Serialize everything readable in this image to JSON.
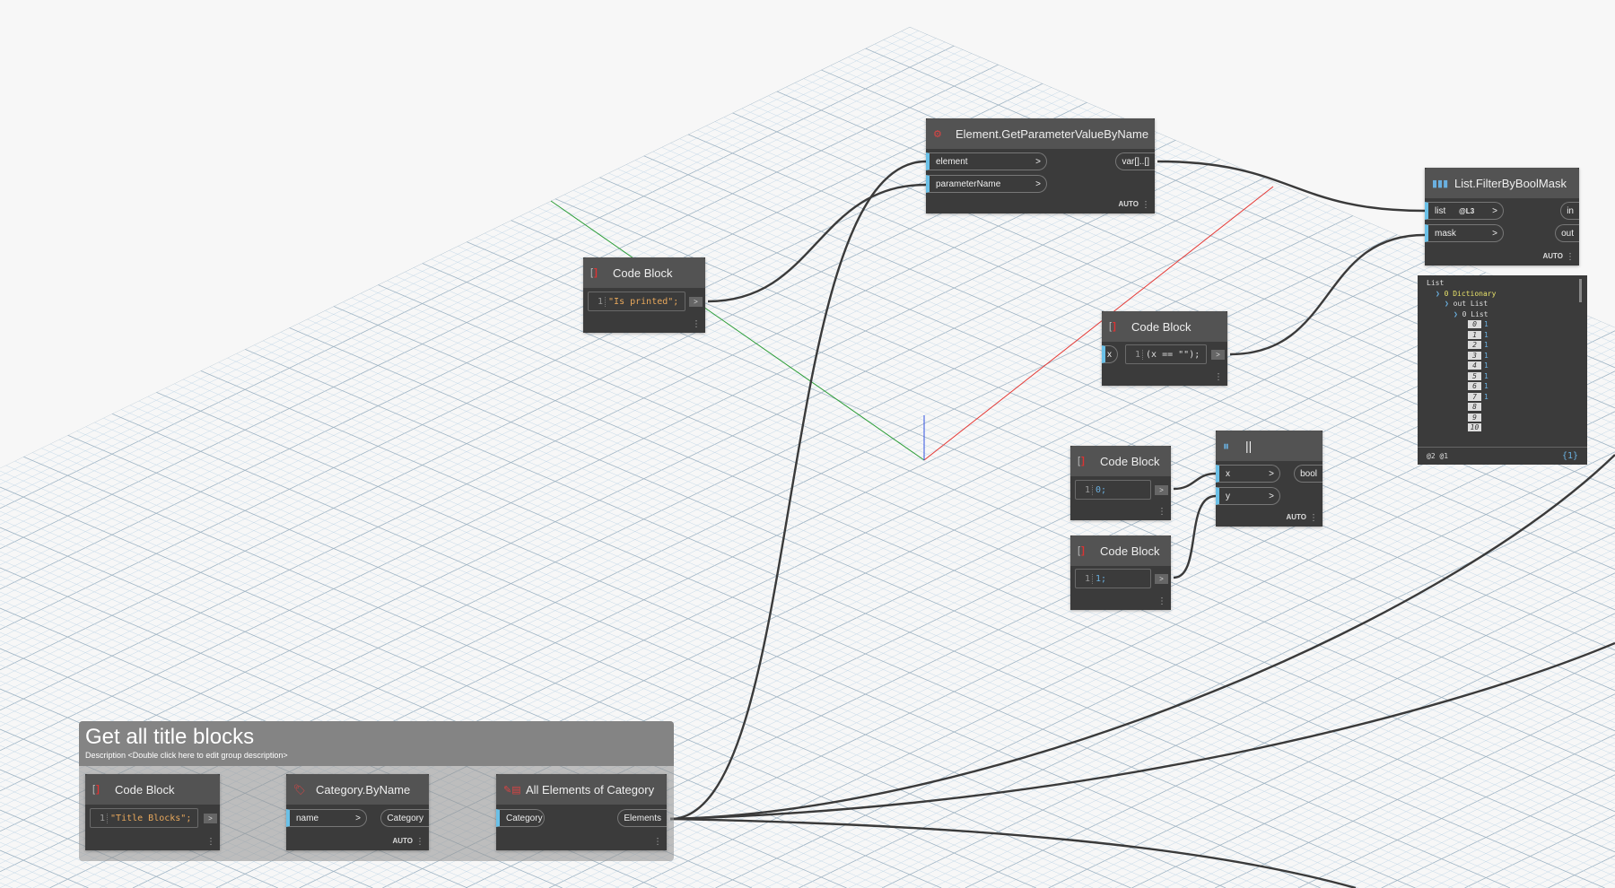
{
  "group": {
    "title": "Get all title blocks",
    "description": "Description <Double click here to edit group description>"
  },
  "nodes": {
    "getparam": {
      "title": "Element.GetParameterValueByName",
      "inputs": [
        "element",
        "parameterName"
      ],
      "output": "var[]..[]",
      "lacing": "AUTO"
    },
    "filter": {
      "title": "List.FilterByBoolMask",
      "inputs": [
        "list",
        "mask"
      ],
      "list_level": "@L3",
      "outputs": [
        "in",
        "out"
      ],
      "lacing": "AUTO"
    },
    "cb_isprinted": {
      "title": "Code Block",
      "line": "1",
      "code": "\"Is printed\";",
      "out": ">"
    },
    "cb_eq": {
      "title": "Code Block",
      "input": "x",
      "line": "1",
      "code": "(x == \"\");",
      "out": ">"
    },
    "cb0": {
      "title": "Code Block",
      "line": "1",
      "code": "0;",
      "out": ">"
    },
    "cb1": {
      "title": "Code Block",
      "line": "1",
      "code": "1;",
      "out": ">"
    },
    "or": {
      "title": "||",
      "inputs": [
        "x",
        "y"
      ],
      "output": "bool",
      "lacing": "AUTO"
    },
    "cb_title": {
      "title": "Code Block",
      "line": "1",
      "code": "\"Title Blocks\";",
      "out": ">"
    },
    "cat": {
      "title": "Category.ByName",
      "input": "name",
      "output": "Category",
      "lacing": "AUTO"
    },
    "allel": {
      "title": "All Elements of Category",
      "input": "Category",
      "output": "Elements"
    }
  },
  "watch": {
    "root": "List",
    "l1": "0 Dictionary",
    "l2": "out List",
    "l3": "0 List",
    "items": [
      {
        "i": "0",
        "v": "1"
      },
      {
        "i": "1",
        "v": "1"
      },
      {
        "i": "2",
        "v": "1"
      },
      {
        "i": "3",
        "v": "1"
      },
      {
        "i": "4",
        "v": "1"
      },
      {
        "i": "5",
        "v": "1"
      },
      {
        "i": "6",
        "v": "1"
      },
      {
        "i": "7",
        "v": "1"
      },
      {
        "i": "8",
        "v": ""
      },
      {
        "i": "9",
        "v": ""
      },
      {
        "i": "10",
        "v": ""
      }
    ],
    "levels": "@2 @1",
    "count": "{1}"
  },
  "colors": {
    "wire": "#3a3a3a",
    "port_accent": "#6ac0e7",
    "x_axis": "#e53935",
    "y_axis": "#2e9e3a",
    "z_axis": "#3050e0",
    "grid": "#c5d9e8"
  }
}
